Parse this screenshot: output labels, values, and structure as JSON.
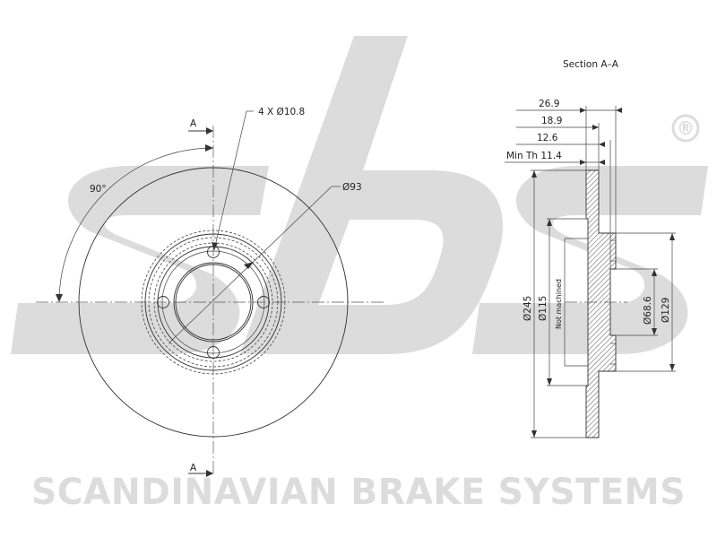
{
  "brand": {
    "logo_text": "sbs",
    "registered_mark": "®",
    "company_name": "SCANDINAVIAN BRAKE SYSTEMS",
    "watermark_color": "#dcdcdc"
  },
  "front_view": {
    "section_mark_top": "A",
    "section_mark_bottom": "A",
    "angle_label": "90°",
    "bolt_holes_label": "4 X Ø10.8",
    "pcd_label": "Ø93"
  },
  "section_view": {
    "title": "Section A–A",
    "dim_overall_height": "26.9",
    "dim_hat_height": "18.9",
    "dim_thickness": "12.6",
    "dim_min_thickness": "Min Th 11.4",
    "dim_disc_diameter": "Ø245",
    "dim_hat_diameter": "Ø115",
    "not_machined_label": "Not machined",
    "dim_centre_bore": "Ø68.6",
    "dim_hub_diameter": "Ø129",
    "hatch_color": "#777777"
  }
}
